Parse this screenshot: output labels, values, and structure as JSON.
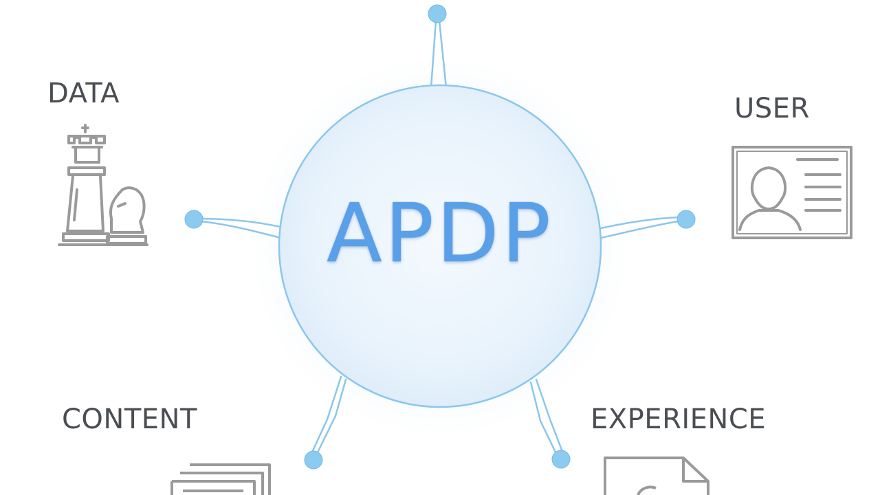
{
  "diagram": {
    "center": {
      "label": "APDP"
    },
    "nodes": [
      {
        "id": "data",
        "label": "DATA",
        "icon": "chess-pieces-icon"
      },
      {
        "id": "user",
        "label": "USER",
        "icon": "user-id-card-icon"
      },
      {
        "id": "content",
        "label": "CONTENT",
        "icon": "stacked-documents-icon"
      },
      {
        "id": "experience",
        "label": "EXPERIENCE",
        "icon": "document-icon"
      }
    ]
  },
  "colors": {
    "accent": "#5aa0e8",
    "connector": "#8cc6ec",
    "node_dot": "#8ccbf0",
    "icon_stroke": "#9a9a9a",
    "label_text": "#4a4d52"
  }
}
